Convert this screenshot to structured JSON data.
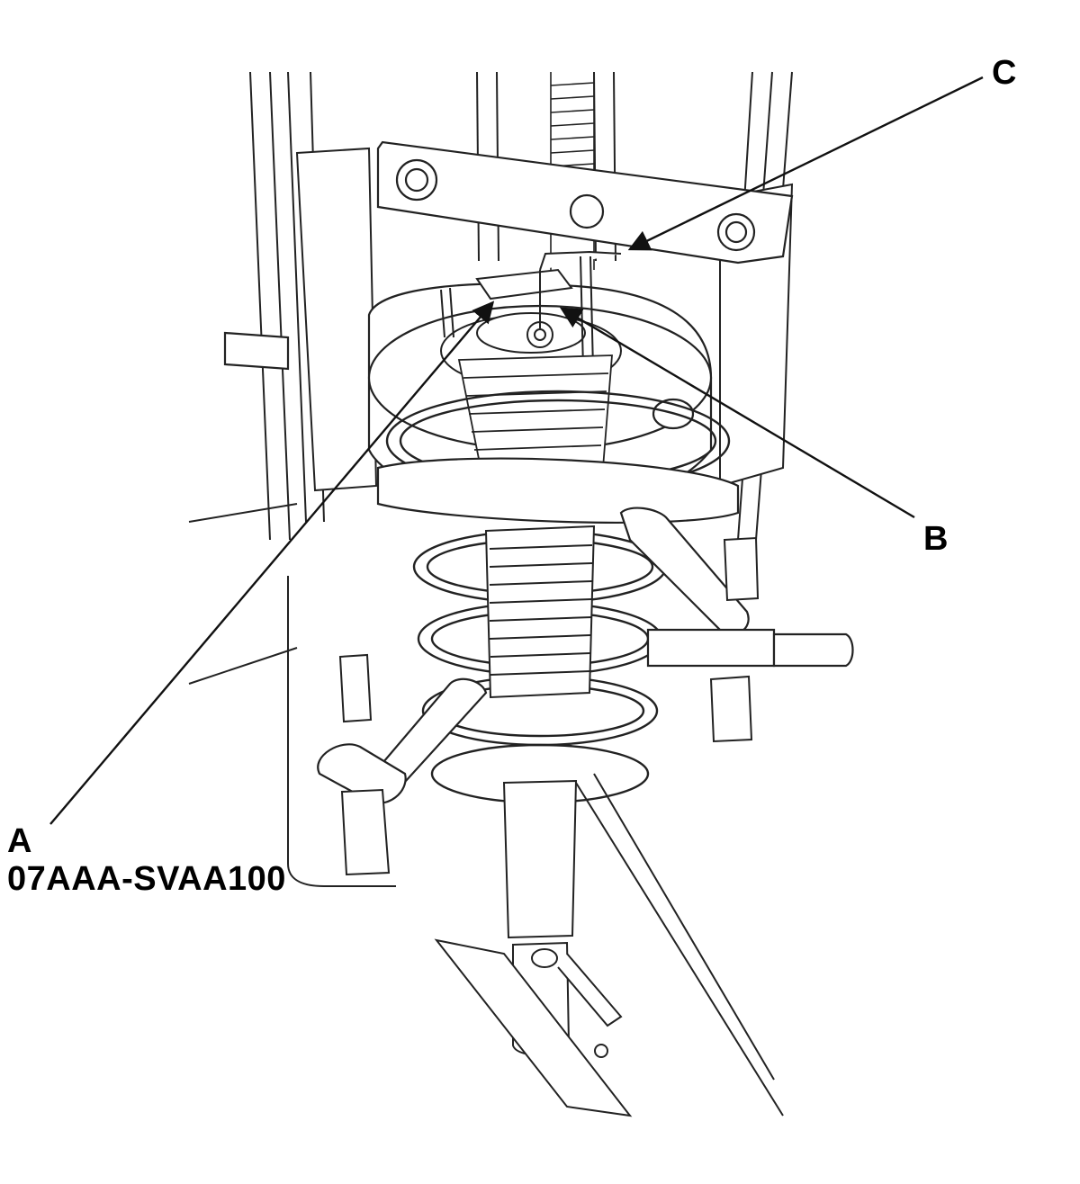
{
  "callouts": {
    "a": {
      "letter": "A",
      "part_number": "07AAA-SVAA100"
    },
    "b": {
      "letter": "B"
    },
    "c": {
      "letter": "C"
    }
  },
  "colors": {
    "line": "#222222",
    "background": "#ffffff",
    "fill_light": "#ffffff"
  }
}
